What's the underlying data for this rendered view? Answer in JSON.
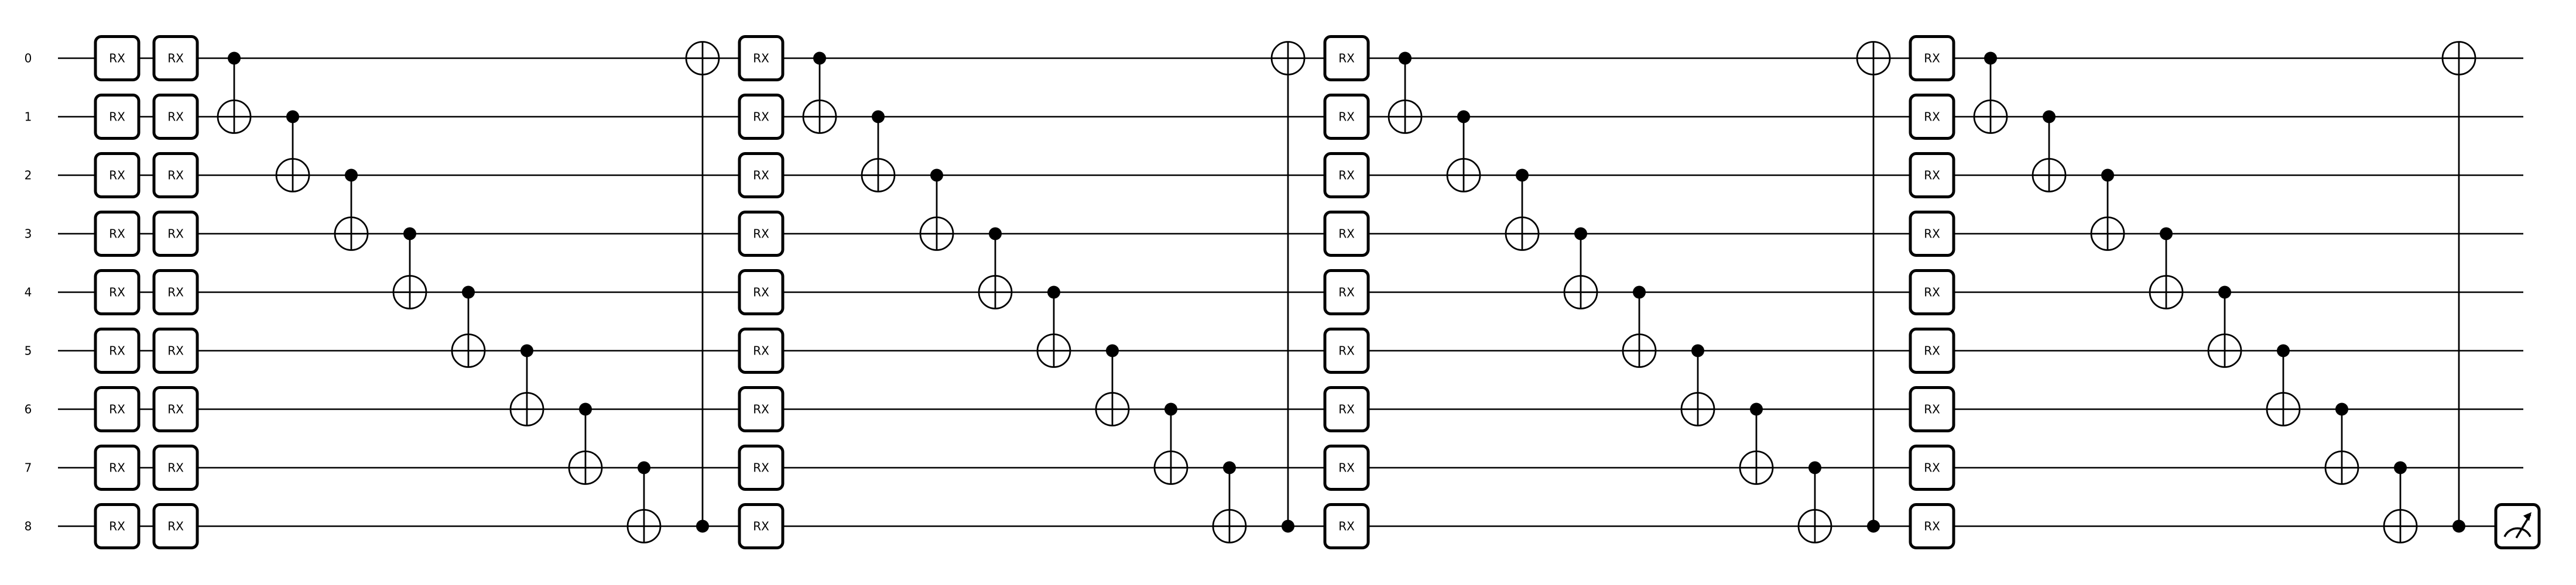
{
  "circuit": {
    "wire_labels": [
      "0",
      "1",
      "2",
      "3",
      "4",
      "5",
      "6",
      "7",
      "8"
    ],
    "gate_label": "RX",
    "layers": [
      {
        "type": "rx_all"
      },
      {
        "type": "rx_all"
      },
      {
        "type": "cnot",
        "control": 0,
        "target": 1
      },
      {
        "type": "cnot",
        "control": 1,
        "target": 2
      },
      {
        "type": "cnot",
        "control": 2,
        "target": 3
      },
      {
        "type": "cnot",
        "control": 3,
        "target": 4
      },
      {
        "type": "cnot",
        "control": 4,
        "target": 5
      },
      {
        "type": "cnot",
        "control": 5,
        "target": 6
      },
      {
        "type": "cnot",
        "control": 6,
        "target": 7
      },
      {
        "type": "cnot",
        "control": 7,
        "target": 8
      },
      {
        "type": "cnot",
        "control": 8,
        "target": 0
      },
      {
        "type": "rx_all"
      },
      {
        "type": "cnot",
        "control": 0,
        "target": 1
      },
      {
        "type": "cnot",
        "control": 1,
        "target": 2
      },
      {
        "type": "cnot",
        "control": 2,
        "target": 3
      },
      {
        "type": "cnot",
        "control": 3,
        "target": 4
      },
      {
        "type": "cnot",
        "control": 4,
        "target": 5
      },
      {
        "type": "cnot",
        "control": 5,
        "target": 6
      },
      {
        "type": "cnot",
        "control": 6,
        "target": 7
      },
      {
        "type": "cnot",
        "control": 7,
        "target": 8
      },
      {
        "type": "cnot",
        "control": 8,
        "target": 0
      },
      {
        "type": "rx_all"
      },
      {
        "type": "cnot",
        "control": 0,
        "target": 1
      },
      {
        "type": "cnot",
        "control": 1,
        "target": 2
      },
      {
        "type": "cnot",
        "control": 2,
        "target": 3
      },
      {
        "type": "cnot",
        "control": 3,
        "target": 4
      },
      {
        "type": "cnot",
        "control": 4,
        "target": 5
      },
      {
        "type": "cnot",
        "control": 5,
        "target": 6
      },
      {
        "type": "cnot",
        "control": 6,
        "target": 7
      },
      {
        "type": "cnot",
        "control": 7,
        "target": 8
      },
      {
        "type": "cnot",
        "control": 8,
        "target": 0
      },
      {
        "type": "rx_all"
      },
      {
        "type": "cnot",
        "control": 0,
        "target": 1
      },
      {
        "type": "cnot",
        "control": 1,
        "target": 2
      },
      {
        "type": "cnot",
        "control": 2,
        "target": 3
      },
      {
        "type": "cnot",
        "control": 3,
        "target": 4
      },
      {
        "type": "cnot",
        "control": 4,
        "target": 5
      },
      {
        "type": "cnot",
        "control": 5,
        "target": 6
      },
      {
        "type": "cnot",
        "control": 6,
        "target": 7
      },
      {
        "type": "cnot",
        "control": 7,
        "target": 8
      },
      {
        "type": "cnot",
        "control": 8,
        "target": 0
      },
      {
        "type": "measure",
        "wire": 8
      }
    ]
  }
}
